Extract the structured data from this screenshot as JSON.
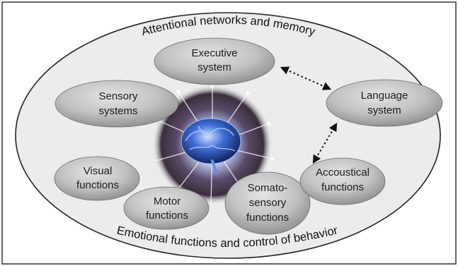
{
  "diagram": {
    "outer_top_caption": "Attentional networks and memory",
    "outer_bottom_caption": "Emotional functions and control of behavior",
    "nodes": [
      {
        "id": "executive",
        "lines": [
          "Executive",
          "system"
        ]
      },
      {
        "id": "sensory",
        "lines": [
          "Sensory",
          "systems"
        ]
      },
      {
        "id": "language",
        "lines": [
          "Language",
          "system"
        ]
      },
      {
        "id": "visual",
        "lines": [
          "Visual",
          "functions"
        ]
      },
      {
        "id": "motor",
        "lines": [
          "Motor",
          "functions"
        ]
      },
      {
        "id": "somatosensory",
        "lines": [
          "Somato-",
          "sensory",
          "functions"
        ]
      },
      {
        "id": "acoustical",
        "lines": [
          "Accoustical",
          "functions"
        ]
      }
    ],
    "connections": [
      {
        "from": "executive",
        "to": "language",
        "style": "dotted-double-arrow"
      },
      {
        "from": "acoustical",
        "to": "language",
        "style": "dotted-double-arrow"
      }
    ],
    "center_image": "brain-network-illustration",
    "colors": {
      "frame_border": "#333333",
      "outer_fill": "#ececec",
      "node_fill_light": "#dedede",
      "node_fill_dark": "#8a8a8a",
      "brain_glow": "#3a5fd0"
    }
  }
}
